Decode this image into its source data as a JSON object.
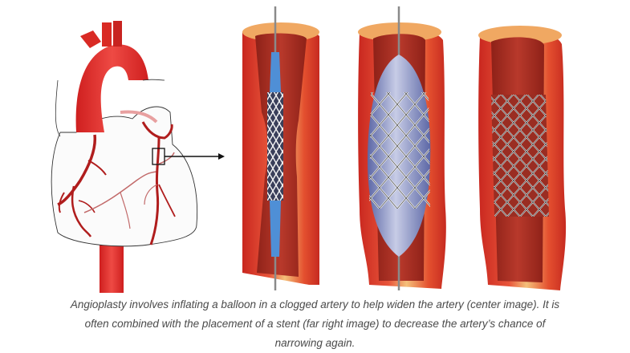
{
  "figure": {
    "panels": [
      {
        "id": "heart",
        "description": "Heart with coronary arteries; boxed region with arrow pointing to artery cross-sections"
      },
      {
        "id": "artery-deflated",
        "description": "Artery with narrowed lumen and deflated balloon catheter with crimped stent"
      },
      {
        "id": "artery-balloon",
        "description": "Artery with inflated balloon expanding stent (center image)"
      },
      {
        "id": "artery-stent",
        "description": "Artery with expanded stent in place (far right image)"
      }
    ],
    "colors": {
      "artery_red": "#d9302a",
      "artery_dark": "#a8221c",
      "plaque_yellow": "#f3c27a",
      "balloon_blue": "#7b86bd",
      "catheter_blue": "#4f8fd6",
      "stent_gray": "#e8e8e8"
    }
  },
  "caption": {
    "line1": "Angioplasty involves inflating a balloon in a clogged artery to help widen the artery (center image). It is",
    "line2": "often combined with the placement of a stent (far right image) to decrease the artery’s chance of",
    "line3": "narrowing again."
  }
}
